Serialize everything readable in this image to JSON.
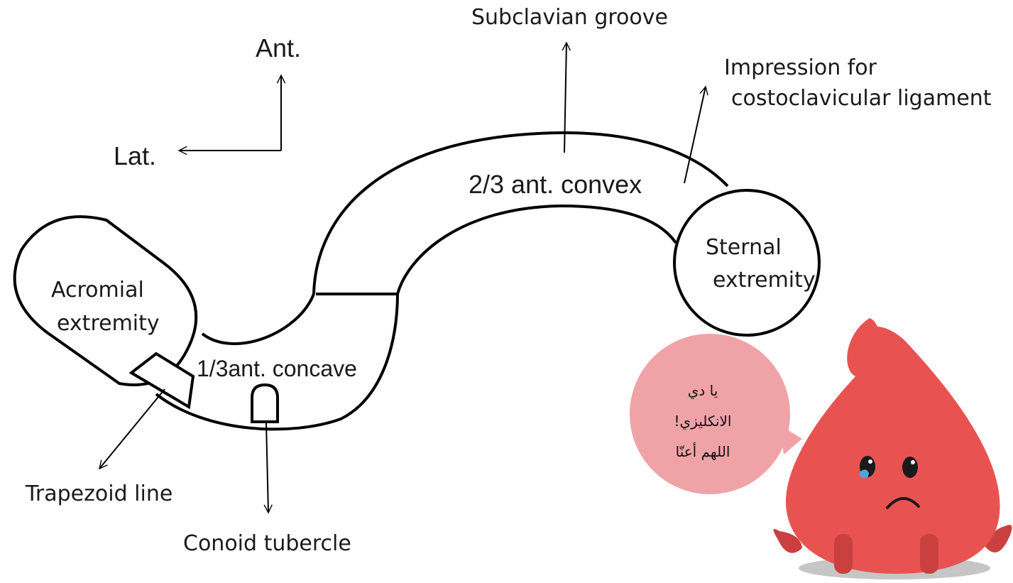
{
  "labels": {
    "subclavian_groove": "Subclavian groove",
    "ant": "Ant.",
    "lat": "Lat.",
    "impression_line1": "Impression for",
    "impression_line2": "costoclavicular ligament",
    "ant_convex": "2/3 ant. convex",
    "sternal_line1": "Sternal",
    "sternal_line2": "extremity",
    "acromial_line1": "Acromial",
    "acromial_line2": "extremity",
    "ant_concave": "1/3ant. concave",
    "trapezoid_line": "Trapezoid line",
    "conoid_tubercle": "Conoid tubercle"
  },
  "speech_bubble": {
    "line1": "يا دي",
    "line2": "الانكليزي!",
    "line3": "اللهم أعنّا"
  },
  "colors": {
    "mascot": "#e85352",
    "mascot_dark": "#c9403f",
    "bubble": "#f0a3a7",
    "shadow": "#c6c6c6",
    "tear": "#4aa8d8"
  }
}
